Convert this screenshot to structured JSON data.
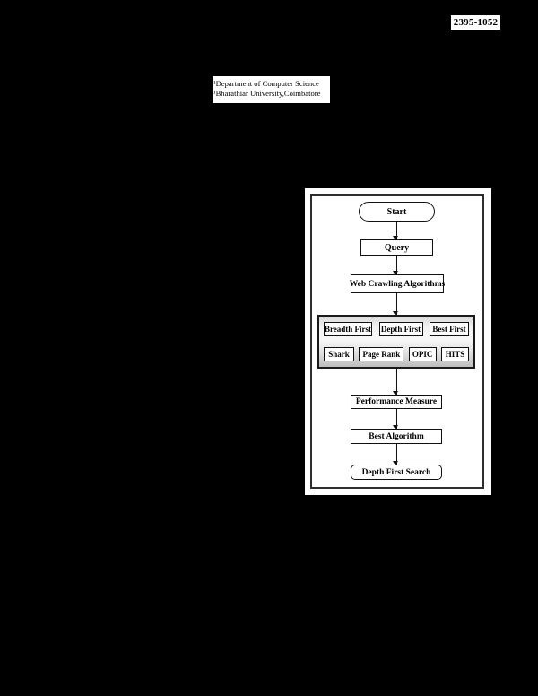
{
  "journal": {
    "issn": "2395-1052"
  },
  "affiliation": {
    "line1": "¹Department of Computer Science",
    "line2": "¹Bharathiar University,Coimbatore"
  },
  "flowchart": {
    "nodes": {
      "start": "Start",
      "query": "Query",
      "web_crawling": "Web Crawling Algorithms",
      "performance": "Performance Measure",
      "best_algorithm": "Best Algorithm",
      "result": "Depth First Search"
    },
    "algorithms_row1": [
      "Breadth First",
      "Depth First",
      "Best First"
    ],
    "algorithms_row2": [
      "Shark",
      "Page Rank",
      "OPIC",
      "HITS"
    ],
    "edges": [
      [
        "Start",
        "Query"
      ],
      [
        "Query",
        "Web Crawling Algorithms"
      ],
      [
        "Web Crawling Algorithms",
        "algorithm-group"
      ],
      [
        "algorithm-group",
        "Performance Measure"
      ],
      [
        "Performance Measure",
        "Best Algorithm"
      ],
      [
        "Best Algorithm",
        "Depth First Search"
      ]
    ],
    "colors": {
      "page_background": "#000000",
      "panel_background": "#ffffff",
      "node_border": "#101010",
      "group_gradient_top": "#d9d9d9",
      "group_gradient_bottom": "#bdbdbd",
      "frame_border": "#2e2e2e"
    }
  }
}
